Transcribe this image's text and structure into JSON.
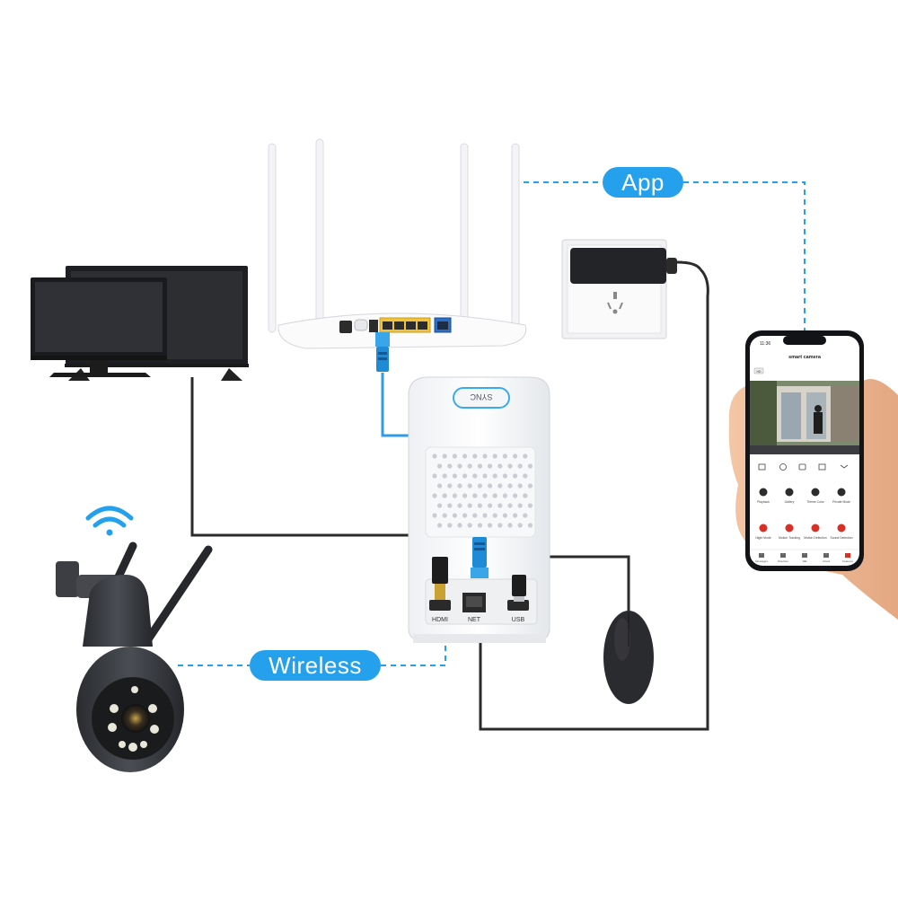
{
  "labels": {
    "app": "App",
    "wireless": "Wireless"
  },
  "nvr_ports": {
    "hdmi": "HDMI",
    "net": "NET",
    "usb": "USB",
    "sync_button": "SYNC"
  },
  "phone": {
    "status_time": "11:36",
    "app_title": "smart camera",
    "live_badge": "HD",
    "grid_row1": [
      "Playback",
      "Gallery",
      "Theme Color",
      "Private Mode"
    ],
    "grid_row2": [
      "Night Mode",
      "Motion Tracking",
      "Motion Detection",
      "Sound Detection"
    ],
    "tabs": [
      "Messages",
      "Direction",
      "Talk",
      "Cloud",
      "Features"
    ]
  },
  "colors": {
    "label_blue": "#24a0ec",
    "cable_blue": "#2f9de6",
    "cable_black": "#2b2b2b",
    "accent_red": "#d93025"
  }
}
